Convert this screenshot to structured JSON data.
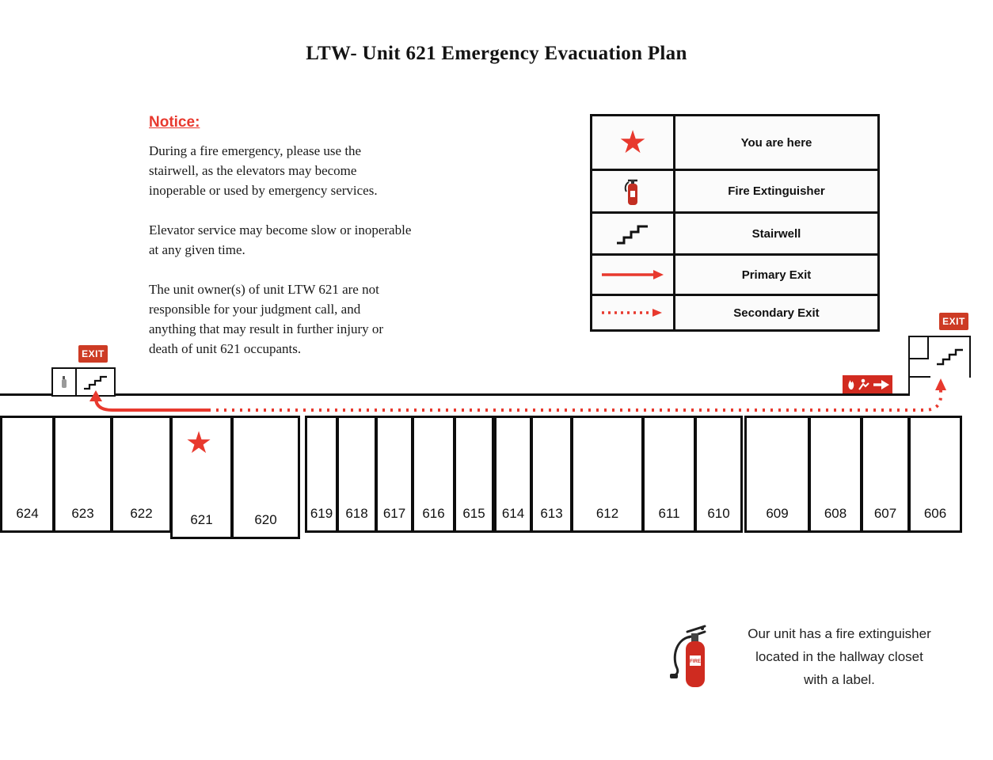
{
  "title": "LTW- Unit 621 Emergency Evacuation Plan",
  "notice": {
    "heading": "Notice:",
    "para1_lines": [
      "During a fire emergency, please use the",
      "stairwell, as the elevators may become",
      "inoperable or used by emergency services."
    ],
    "para2_lines": [
      "Elevator service may become slow or inoperable",
      "at any given time."
    ],
    "para3_lines": [
      "The unit owner(s) of unit LTW 621 are not",
      "responsible for your judgment call, and",
      "anything that may result in further injury or",
      "death of unit 621 occupants."
    ]
  },
  "legend": {
    "rows": [
      {
        "icon": "you-are-here-star-icon",
        "label": "You are here"
      },
      {
        "icon": "fire-extinguisher-icon",
        "label": "Fire Extinguisher"
      },
      {
        "icon": "stairwell-icon",
        "label": "Stairwell"
      },
      {
        "icon": "primary-exit-arrow-icon",
        "label": "Primary Exit"
      },
      {
        "icon": "secondary-exit-arrow-icon",
        "label": "Secondary Exit"
      }
    ]
  },
  "floorplan": {
    "left_exit_sign": "EXIT",
    "right_exit_sign": "EXIT",
    "you_are_here_unit": "621",
    "rooms": [
      "624",
      "623",
      "622",
      "621",
      "620",
      "619",
      "618",
      "617",
      "616",
      "615",
      "614",
      "613",
      "612",
      "611",
      "610",
      "609",
      "608",
      "607",
      "606"
    ]
  },
  "footnote": {
    "extinguisher_label": "FIRE",
    "lines": [
      "Our unit has a fire extinguisher",
      "located in the hallway closet",
      "with a label."
    ]
  },
  "colors": {
    "accent_red": "#e8392e",
    "exit_sign_red": "#cd3b24",
    "wall_black": "#101010"
  }
}
